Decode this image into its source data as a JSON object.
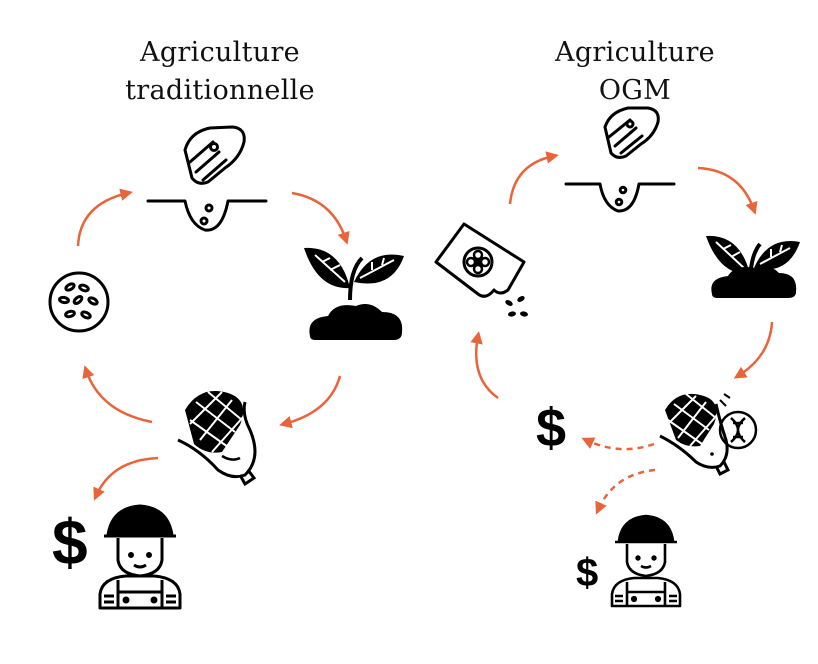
{
  "left": {
    "title_line1": "Agriculture",
    "title_line2": "traditionnelle",
    "dollar_label": "$"
  },
  "right": {
    "title_line1": "Agriculture",
    "title_line2": "OGM",
    "dollar_label_market": "$",
    "dollar_label_farmer": "$"
  },
  "colors": {
    "arrow": "#e8643a",
    "icon": "#000000"
  },
  "icons": [
    "hand-sowing-icon",
    "sprout-icon",
    "corn-icon",
    "seed-dish-icon",
    "farmer-icon",
    "seed-packet-icon",
    "gmo-corn-icon",
    "dna-icon"
  ]
}
